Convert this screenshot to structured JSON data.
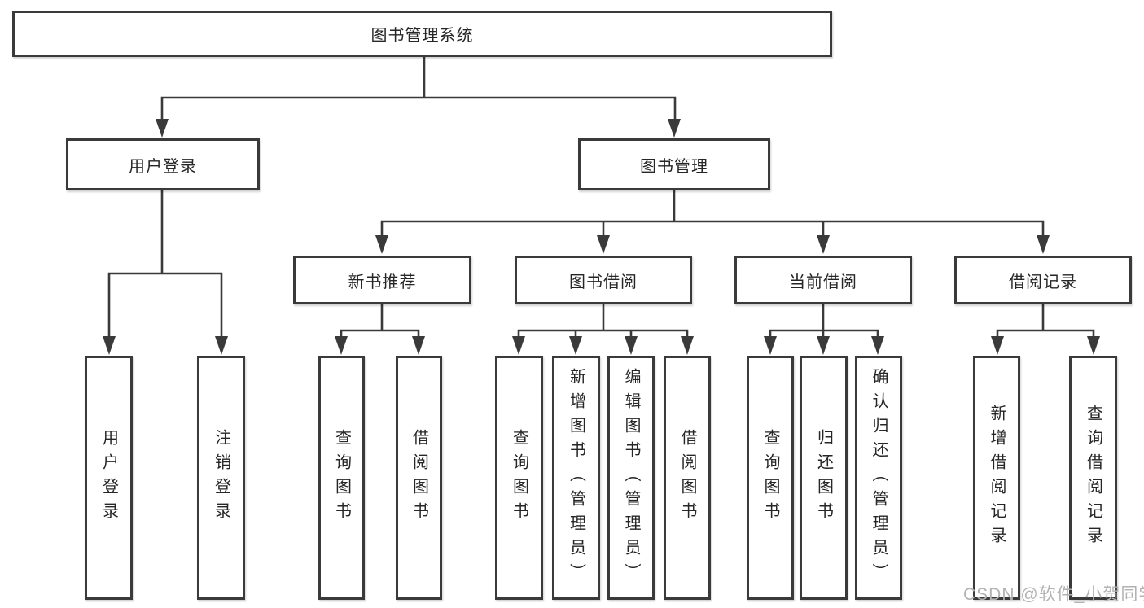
{
  "diagram": {
    "nodes": {
      "root": "图书管理系统",
      "user_login": "用户登录",
      "book_mgmt": "图书管理",
      "new_books": "新书推荐",
      "book_borrow": "图书借阅",
      "current_borrow": "当前借阅",
      "borrow_records": "借阅记录"
    },
    "leaves": {
      "user_login": [
        "用户登录",
        "注销登录"
      ],
      "new_books": [
        "查询图书",
        "借阅图书"
      ],
      "book_borrow": [
        "查询图书",
        "新增图书（管理员）",
        "编辑图书（管理员）",
        "借阅图书"
      ],
      "current_borrow": [
        "查询图书",
        "归还图书",
        "确认归还（管理员）"
      ],
      "borrow_records": [
        "新增借阅记录",
        "查询借阅记录"
      ]
    }
  },
  "watermark": "CSDN @软件_小贺同学",
  "colors": {
    "line": "#3a3a3a",
    "text": "#262626",
    "box_fill": "#ffffff",
    "background": "#ffffff",
    "watermark": "#b2b2b2"
  }
}
